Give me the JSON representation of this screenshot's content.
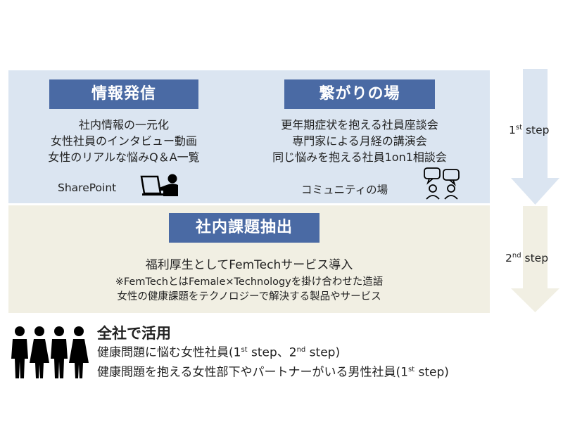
{
  "section1": {
    "left": {
      "title": "情報発信",
      "lines": [
        "社内情報の一元化",
        "女性社員のインタビュー動画",
        "女性のリアルな悩みQ＆A一覧"
      ],
      "caption": "SharePoint",
      "icon": "person-at-laptop-icon"
    },
    "right": {
      "title": "繋がりの場",
      "lines": [
        "更年期症状を抱える社員座談会",
        "専門家による月経の講演会",
        "同じ悩みを抱える社員1on1相談会"
      ],
      "caption": "コミュニティの場",
      "icon": "people-conversation-icon"
    },
    "step": {
      "num": "1",
      "suffix": "st",
      "word": "step"
    },
    "color": "#dbe5f1"
  },
  "section2": {
    "title": "社内課題抽出",
    "line1": "福利厚生としてFemTechサービス導入",
    "note_lines": [
      "※FemTechとはFemale×Technologyを掛け合わせた造語",
      "女性の健康課題をテクノロジーで解決する製品やサービス"
    ],
    "step": {
      "num": "2",
      "suffix": "nd",
      "word": "step"
    },
    "color": "#f1efe3"
  },
  "section3": {
    "title": "全社で活用",
    "line1_a": "健康問題に悩む女性社員(1",
    "line1_sup1": "st",
    "line1_b": " step、2",
    "line1_sup2": "nd",
    "line1_c": " step)",
    "line2_a": "健康問題を抱える女性部下やパートナーがいる男性社員(1",
    "line2_sup": "st",
    "line2_b": " step)",
    "icon": "employees-group-icon"
  },
  "colors": {
    "title_bg": "#4a6aa4",
    "title_text": "#ffffff",
    "arrow_blue": "#dbe5f1",
    "arrow_beige": "#f1efe3"
  }
}
